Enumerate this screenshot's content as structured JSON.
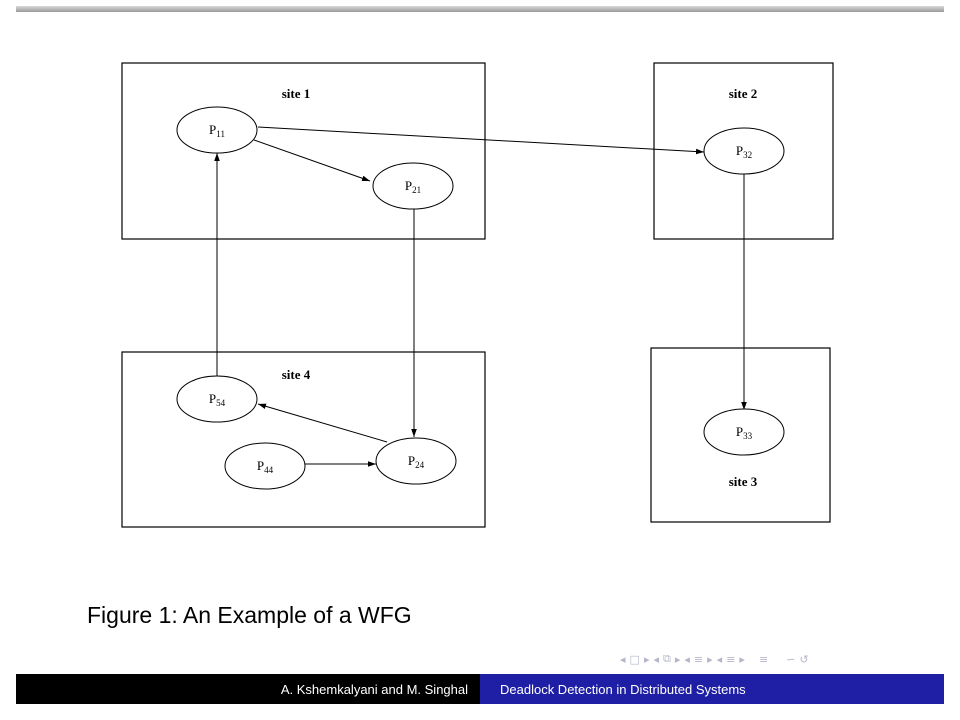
{
  "diagram": {
    "sites": {
      "site1": "site 1",
      "site2": "site 2",
      "site3": "site 3",
      "site4": "site 4"
    },
    "nodes": {
      "p11": {
        "base": "P",
        "sub": "11"
      },
      "p21": {
        "base": "P",
        "sub": "21"
      },
      "p32": {
        "base": "P",
        "sub": "32"
      },
      "p33": {
        "base": "P",
        "sub": "33"
      },
      "p54": {
        "base": "P",
        "sub": "54"
      },
      "p44": {
        "base": "P",
        "sub": "44"
      },
      "p24": {
        "base": "P",
        "sub": "24"
      }
    },
    "edges": [
      {
        "from": "P11",
        "to": "P32"
      },
      {
        "from": "P11",
        "to": "P21"
      },
      {
        "from": "P21",
        "to": "P24"
      },
      {
        "from": "P32",
        "to": "P33"
      },
      {
        "from": "P54",
        "to": "P11"
      },
      {
        "from": "P24",
        "to": "P54"
      },
      {
        "from": "P44",
        "to": "P24"
      }
    ]
  },
  "caption": "Figure 1: An Example of a WFG",
  "navigation": {
    "first": "◂",
    "frame_prev": "◂",
    "frame_next": "▸",
    "subsection_prev": "◂",
    "subsection_next": "▸",
    "section_prev": "◂",
    "section_next": "▸",
    "align": "≡",
    "search": "∽",
    "back_forward": "↺"
  },
  "footer": {
    "authors": "A. Kshemkalyani and M. Singhal",
    "title": "Deadlock Detection in Distributed Systems"
  },
  "colors": {
    "footer_left": "#000000",
    "footer_right": "#1f1fa6",
    "nav": "#b5b5c8"
  }
}
